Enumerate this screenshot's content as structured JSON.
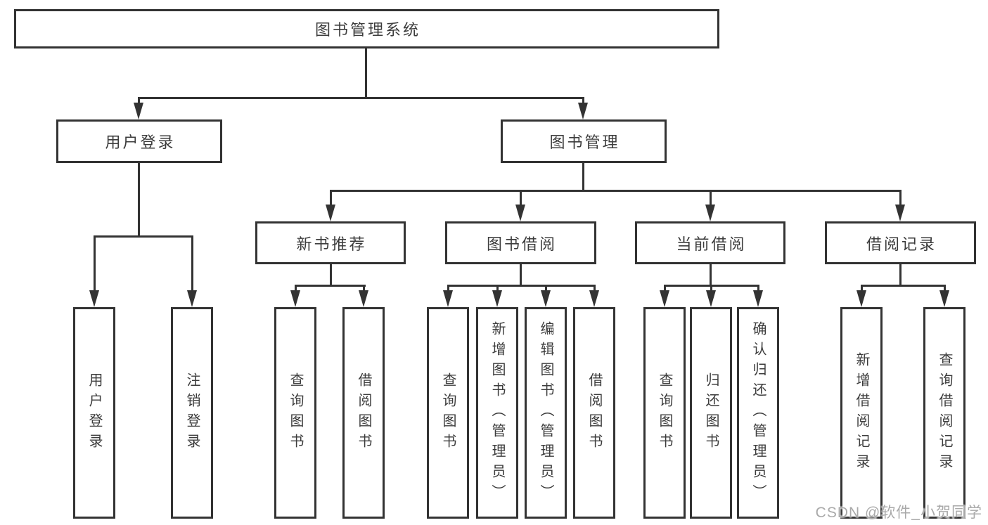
{
  "diagram_title": "图书管理系统",
  "colors": {
    "line": "#333333",
    "text": "#3c3c3c",
    "background": "#ffffff",
    "watermark": "#a9a9a9"
  },
  "nodes": {
    "root": {
      "label": "图书管理系统"
    },
    "level2": [
      {
        "label": "用户登录"
      },
      {
        "label": "图书管理"
      }
    ],
    "level3": [
      {
        "label": "新书推荐"
      },
      {
        "label": "图书借阅"
      },
      {
        "label": "当前借阅"
      },
      {
        "label": "借阅记录"
      }
    ],
    "leaves_user_login": [
      {
        "label": "用户登录"
      },
      {
        "label": "注销登录"
      }
    ],
    "leaves_new_books": [
      {
        "label": "查询图书"
      },
      {
        "label": "借阅图书"
      }
    ],
    "leaves_book_borrow": [
      {
        "label": "查询图书"
      },
      {
        "label": "新增图书（管理员）"
      },
      {
        "label": "编辑图书（管理员）"
      },
      {
        "label": "借阅图书"
      }
    ],
    "leaves_current_borrow": [
      {
        "label": "查询图书"
      },
      {
        "label": "归还图书"
      },
      {
        "label": "确认归还（管理员）"
      }
    ],
    "leaves_borrow_records": [
      {
        "label": "新增借阅记录"
      },
      {
        "label": "查询借阅记录"
      }
    ]
  },
  "watermark": {
    "text": "CSDN @软件_小贺同学"
  }
}
